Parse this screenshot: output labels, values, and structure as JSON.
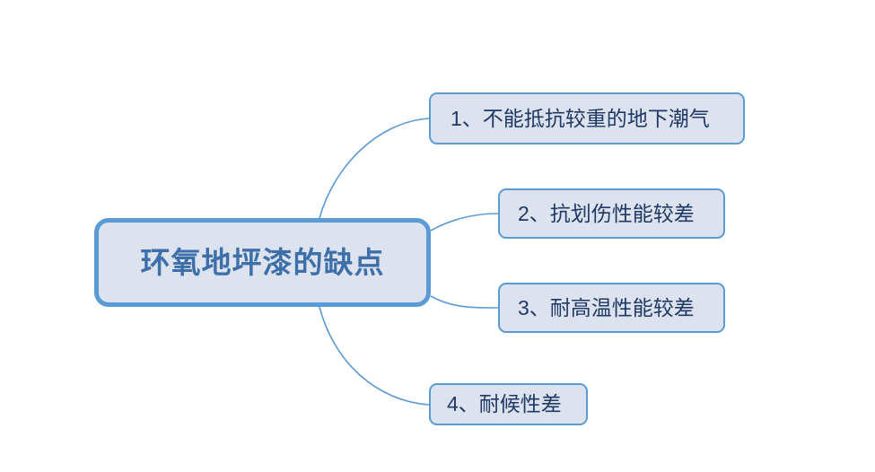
{
  "diagram": {
    "type": "mind-map",
    "background_color": "#ffffff",
    "root": {
      "label": "环氧地坪漆的缺点",
      "fill_color": "#dce3ef",
      "border_color": "#5b9bd5",
      "text_color": "#3d6fa8"
    },
    "connector_color": "#5b9bd5",
    "branches": [
      {
        "id": "branch-1",
        "label": "1、不能抵抗较重的地下潮气",
        "fill_color": "#dce3ef",
        "border_color": "#5b9bd5",
        "text_color": "#1f3864"
      },
      {
        "id": "branch-2",
        "label": "2、抗划伤性能较差",
        "fill_color": "#dce3ef",
        "border_color": "#5b9bd5",
        "text_color": "#1f3864"
      },
      {
        "id": "branch-3",
        "label": "3、耐高温性能较差",
        "fill_color": "#dce3ef",
        "border_color": "#5b9bd5",
        "text_color": "#1f3864"
      },
      {
        "id": "branch-4",
        "label": "4、耐候性差",
        "fill_color": "#dce3ef",
        "border_color": "#5b9bd5",
        "text_color": "#1f3864"
      }
    ]
  }
}
